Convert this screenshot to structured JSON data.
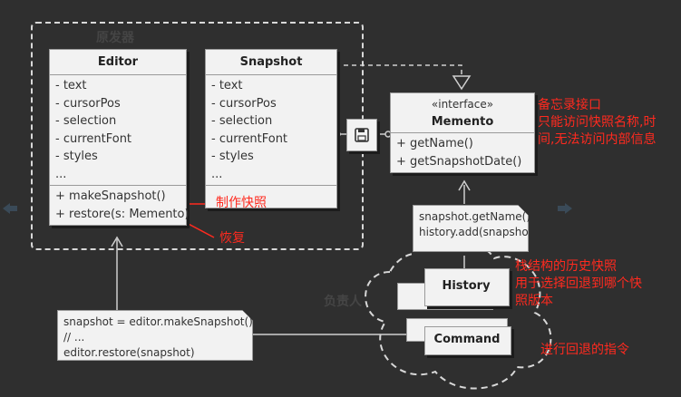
{
  "groups": {
    "originator_label": "原发器",
    "caretaker_label": "负责人"
  },
  "editor": {
    "name": "Editor",
    "fields": [
      "- text",
      "- cursorPos",
      "- selection",
      "- currentFont",
      "- styles",
      "..."
    ],
    "methods": [
      "+ makeSnapshot()",
      "+ restore(s: Memento)"
    ]
  },
  "snapshot": {
    "name": "Snapshot",
    "fields": [
      "- text",
      "- cursorPos",
      "- selection",
      "- currentFont",
      "- styles",
      "..."
    ]
  },
  "memento": {
    "stereotype": "«interface»",
    "name": "Memento",
    "methods": [
      "+ getName()",
      "+ getSnapshotDate()"
    ]
  },
  "notes": {
    "history_note": [
      "snapshot.getName()",
      "history.add(snapshot)"
    ],
    "client_note": [
      "snapshot = editor.makeSnapshot()",
      "// ...",
      "editor.restore(snapshot)"
    ]
  },
  "caretaker": {
    "history": "History",
    "command": "Command"
  },
  "annotations": {
    "memento_desc": [
      "备忘录接口",
      "只能访问快照名称,时",
      "间,无法访问内部信息"
    ],
    "make_snapshot": "制作快照",
    "restore": "恢复",
    "history_desc": [
      "栈结构的历史快照",
      "用于选择回退到哪个快",
      "照版本"
    ],
    "command_desc": "进行回退的指令"
  },
  "icons": {
    "save": "save-icon",
    "nav_left": "arrow-left-icon",
    "nav_right": "arrow-right-icon"
  },
  "colors": {
    "background": "#2f2f2f",
    "annotation": "#ff2a1f",
    "box": "#f2f2f2"
  }
}
